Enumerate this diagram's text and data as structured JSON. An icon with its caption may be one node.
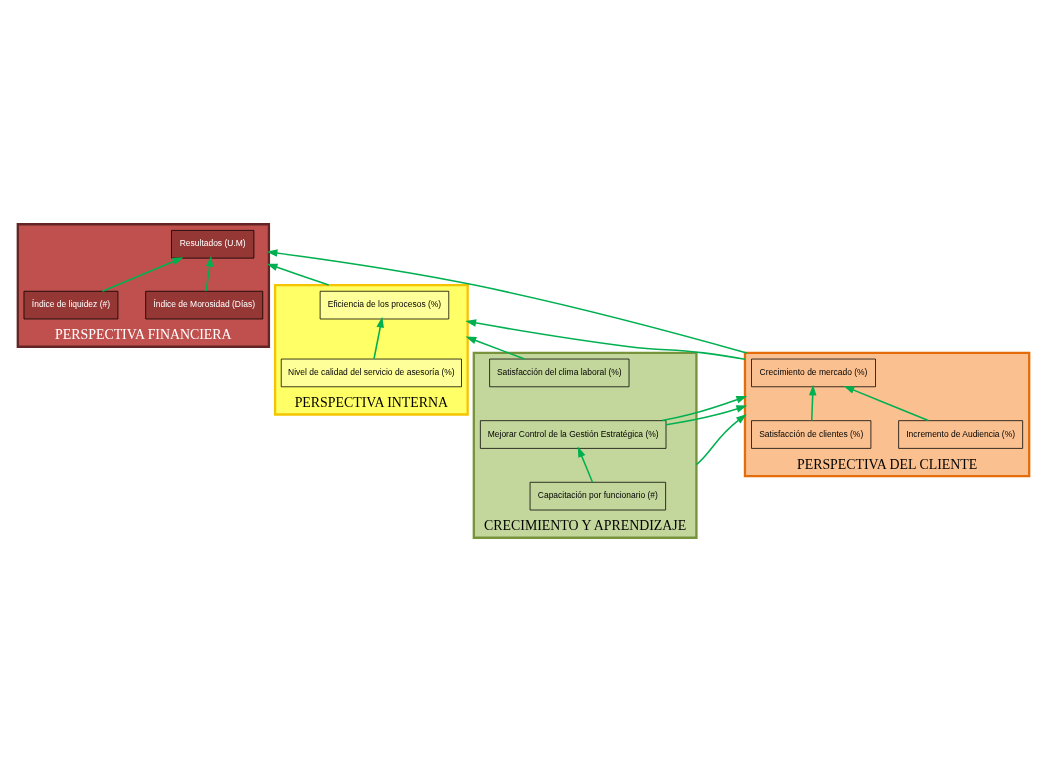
{
  "diagram": {
    "nodes": [
      {
        "text": [
          "PERSPECTIVA FINANCIERA"
        ]
      },
      {
        "text": [
          "Resultados (U.M)"
        ],
        "in": 0
      },
      {
        "text": [
          "Índice de Morosidad (Días)"
        ],
        "in": 0
      },
      {
        "text": [
          "Índice de liquidez (#)"
        ],
        "in": 0
      },
      {
        "text": [
          "PERSPECTIVA DEL CLIENTE"
        ]
      },
      {
        "text": [
          "Crecimiento de mercado (%)"
        ],
        "in": 4
      },
      {
        "text": [
          "Incremento de Audiencia (%)"
        ],
        "in": 4
      },
      {
        "text": [
          "Satisfacción de clientes (%)"
        ],
        "in": 4
      },
      {
        "text": [
          "PERSPECTIVA INTERNA"
        ]
      },
      {
        "text": [
          "Eficiencia de los procesos (%)"
        ],
        "in": 8
      },
      {
        "text": [
          "Nivel de calidad del servicio de asesoría (%)"
        ],
        "in": 8
      },
      {
        "text": [
          "CRECIMIENTO Y APRENDIZAJE"
        ]
      },
      {
        "text": [
          "Capacitación por funcionario (#)"
        ],
        "in": 11
      },
      {
        "text": [
          "Mejorar Control de la Gestión Estratégica (%)"
        ],
        "in": 11
      },
      {
        "text": [
          "Satisfacción del clima laboral (%)"
        ],
        "in": 11
      }
    ],
    "edges": [
      {
        "from": 2,
        "to": 1,
        "arrow": "to"
      },
      {
        "from": 3,
        "to": 1,
        "arrow": "to"
      },
      {
        "from": 4,
        "to": 0,
        "arrow": "to"
      },
      {
        "from": 8,
        "to": 0,
        "arrow": "to"
      },
      {
        "from": 6,
        "to": 5,
        "arrow": "to"
      },
      {
        "from": 7,
        "to": 5,
        "arrow": "to"
      },
      {
        "from": 4,
        "to": 8,
        "arrow": "to"
      },
      {
        "from": 10,
        "to": 9,
        "arrow": "to"
      },
      {
        "from": 11,
        "to": 4,
        "arrow": "to"
      },
      {
        "from": 12,
        "to": 13,
        "arrow": "to"
      },
      {
        "from": 13,
        "to": 4,
        "arrow": "to"
      },
      {
        "from": 13,
        "to": 4,
        "arrow": "to"
      },
      {
        "from": 14,
        "to": 8,
        "arrow": "to"
      }
    ]
  }
}
